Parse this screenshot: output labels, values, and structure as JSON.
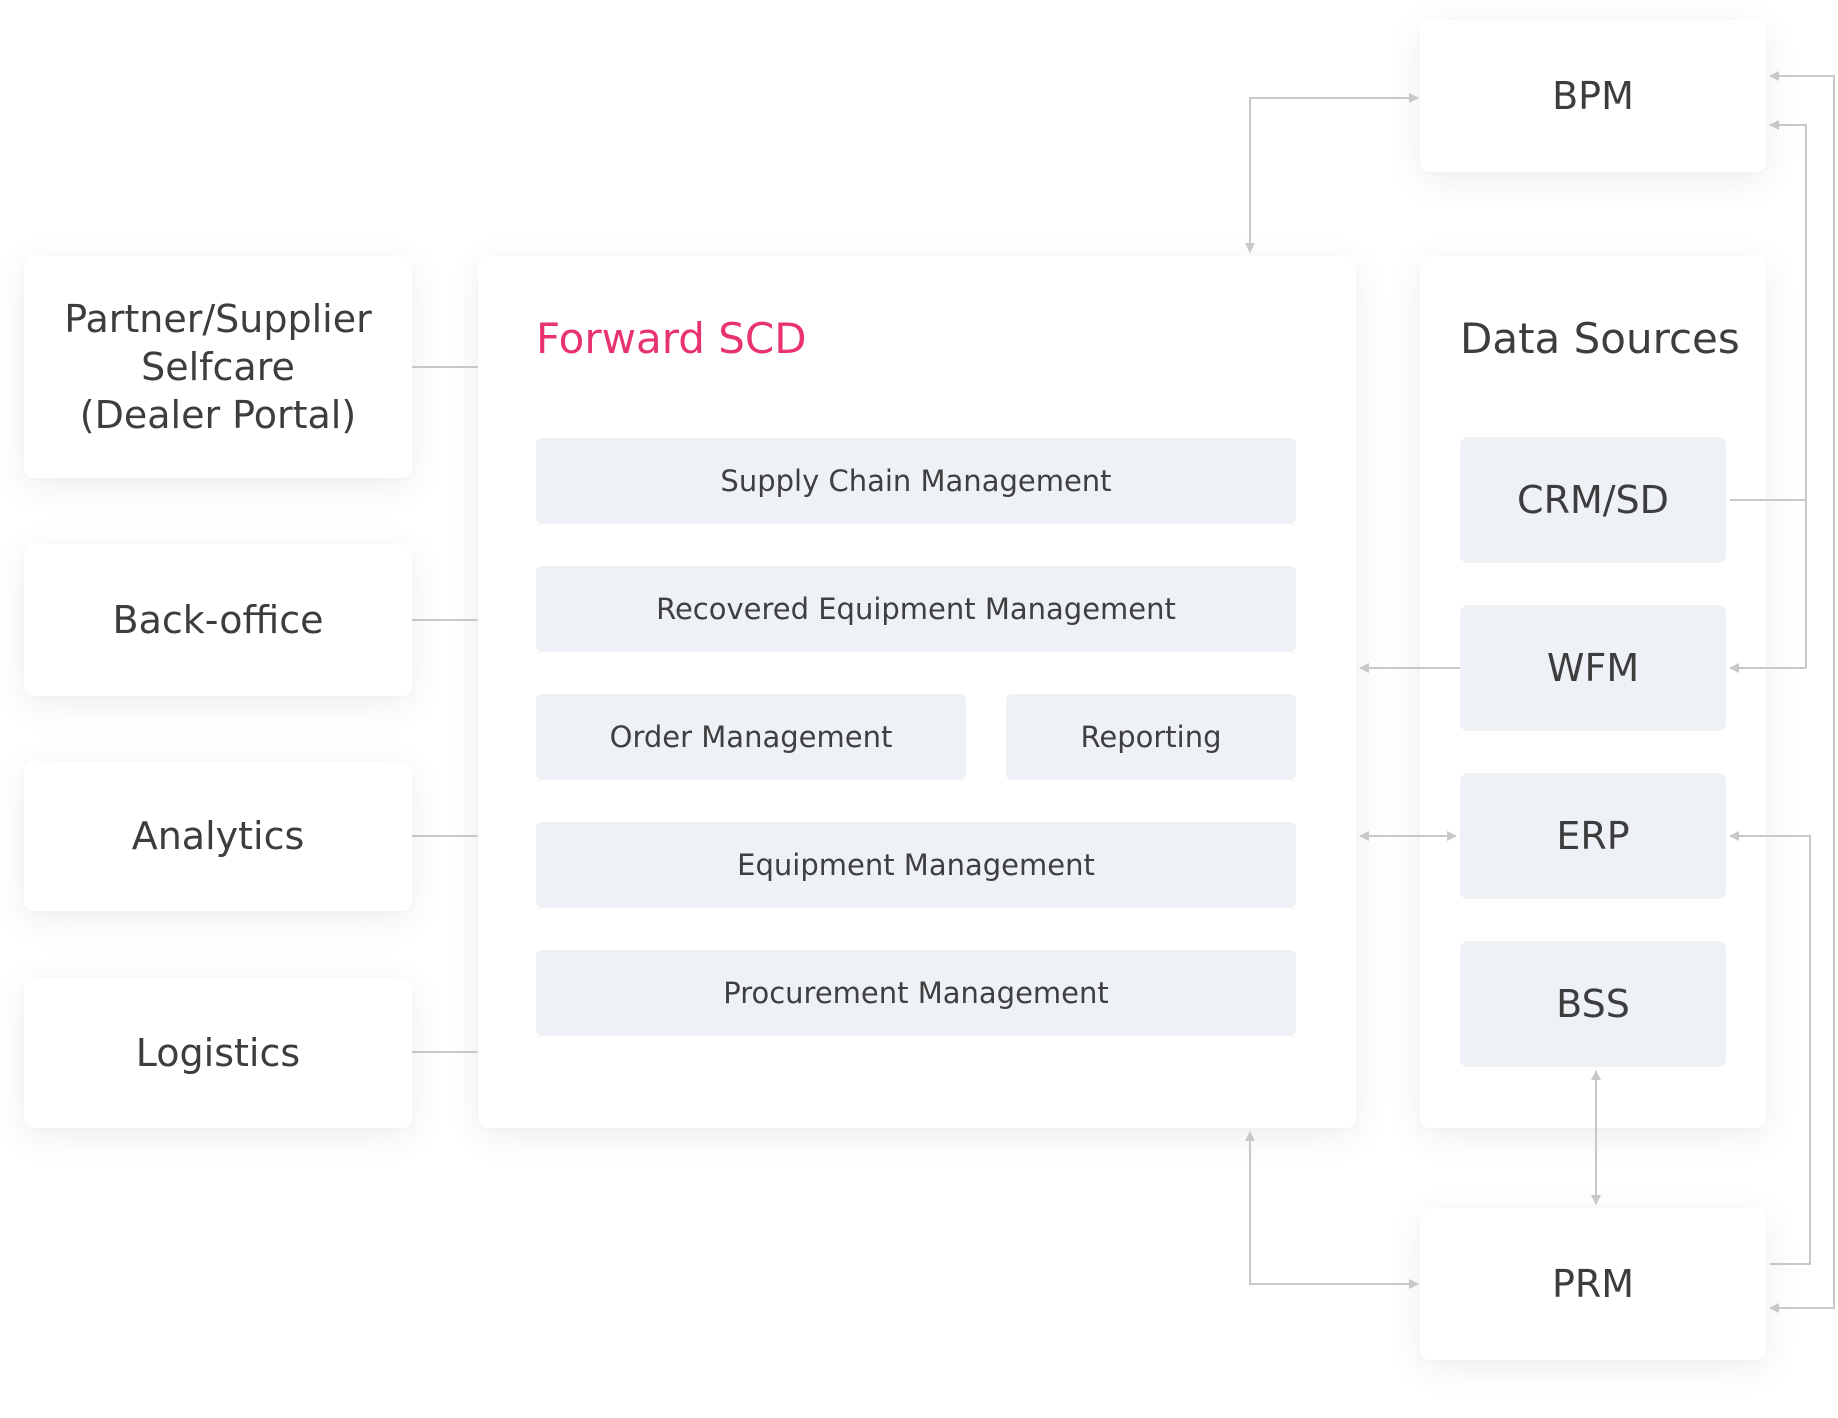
{
  "left_panels": [
    {
      "label": "Partner/Supplier\nSelfcare\n(Dealer Portal)"
    },
    {
      "label": "Back-office"
    },
    {
      "label": "Analytics"
    },
    {
      "label": "Logistics"
    }
  ],
  "center": {
    "title": "Forward SCD",
    "modules": [
      "Supply Chain Management",
      "Recovered Equipment Management",
      "Order Management",
      "Reporting",
      "Equipment Management",
      "Procurement Management"
    ]
  },
  "data_sources": {
    "title": "Data Sources",
    "items": [
      "CRM/SD",
      "WFM",
      "ERP",
      "BSS"
    ]
  },
  "external": {
    "top": "BPM",
    "bottom": "PRM"
  },
  "colors": {
    "accent": "#e8336f",
    "module_bg": "#eef2f6",
    "connector": "#c8c8c8"
  }
}
